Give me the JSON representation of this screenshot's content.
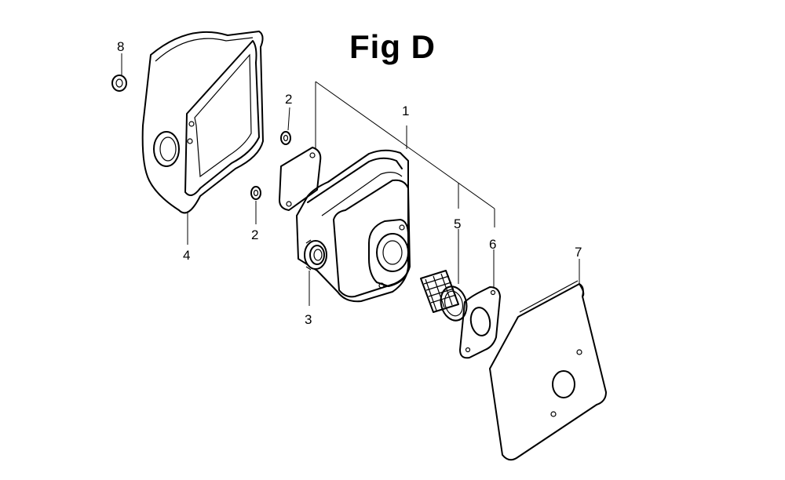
{
  "figure": {
    "title": "Fig D"
  },
  "callouts": {
    "c1": "1",
    "c2a": "2",
    "c2b": "2",
    "c3": "3",
    "c4": "4",
    "c5": "5",
    "c6": "6",
    "c7": "7",
    "c8": "8"
  }
}
